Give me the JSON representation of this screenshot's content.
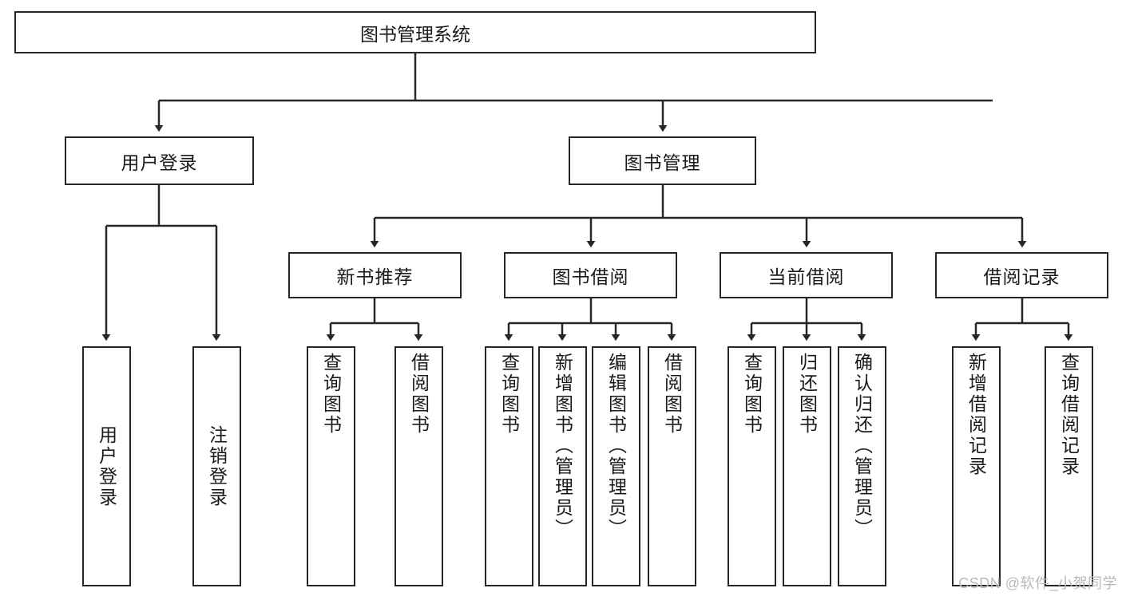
{
  "diagram": {
    "type": "tree",
    "title": "图书管理系统",
    "watermark": "CSDN @软件_小贺同学",
    "colors": {
      "stroke": "#262626",
      "fill": "#ffffff",
      "text": "#1a1a1a",
      "watermark": "#b9b9b9"
    },
    "root": {
      "label": "图书管理系统"
    },
    "level2": [
      {
        "label": "用户登录"
      },
      {
        "label": "图书管理"
      }
    ],
    "level3": [
      {
        "label": "新书推荐"
      },
      {
        "label": "图书借阅"
      },
      {
        "label": "当前借阅"
      },
      {
        "label": "借阅记录"
      }
    ],
    "leaves": {
      "user_login": [
        {
          "label": "用户登录"
        },
        {
          "label": "注销登录"
        }
      ],
      "new_book_rec": [
        {
          "label": "查询图书"
        },
        {
          "label": "借阅图书"
        }
      ],
      "book_borrow": [
        {
          "label": "查询图书"
        },
        {
          "label": "新增图书（管理员）"
        },
        {
          "label": "编辑图书（管理员）"
        },
        {
          "label": "借阅图书"
        }
      ],
      "current_borrow": [
        {
          "label": "查询图书"
        },
        {
          "label": "归还图书"
        },
        {
          "label": "确认归还（管理员）"
        }
      ],
      "borrow_record": [
        {
          "label": "新增借阅记录"
        },
        {
          "label": "查询借阅记录"
        }
      ]
    }
  }
}
